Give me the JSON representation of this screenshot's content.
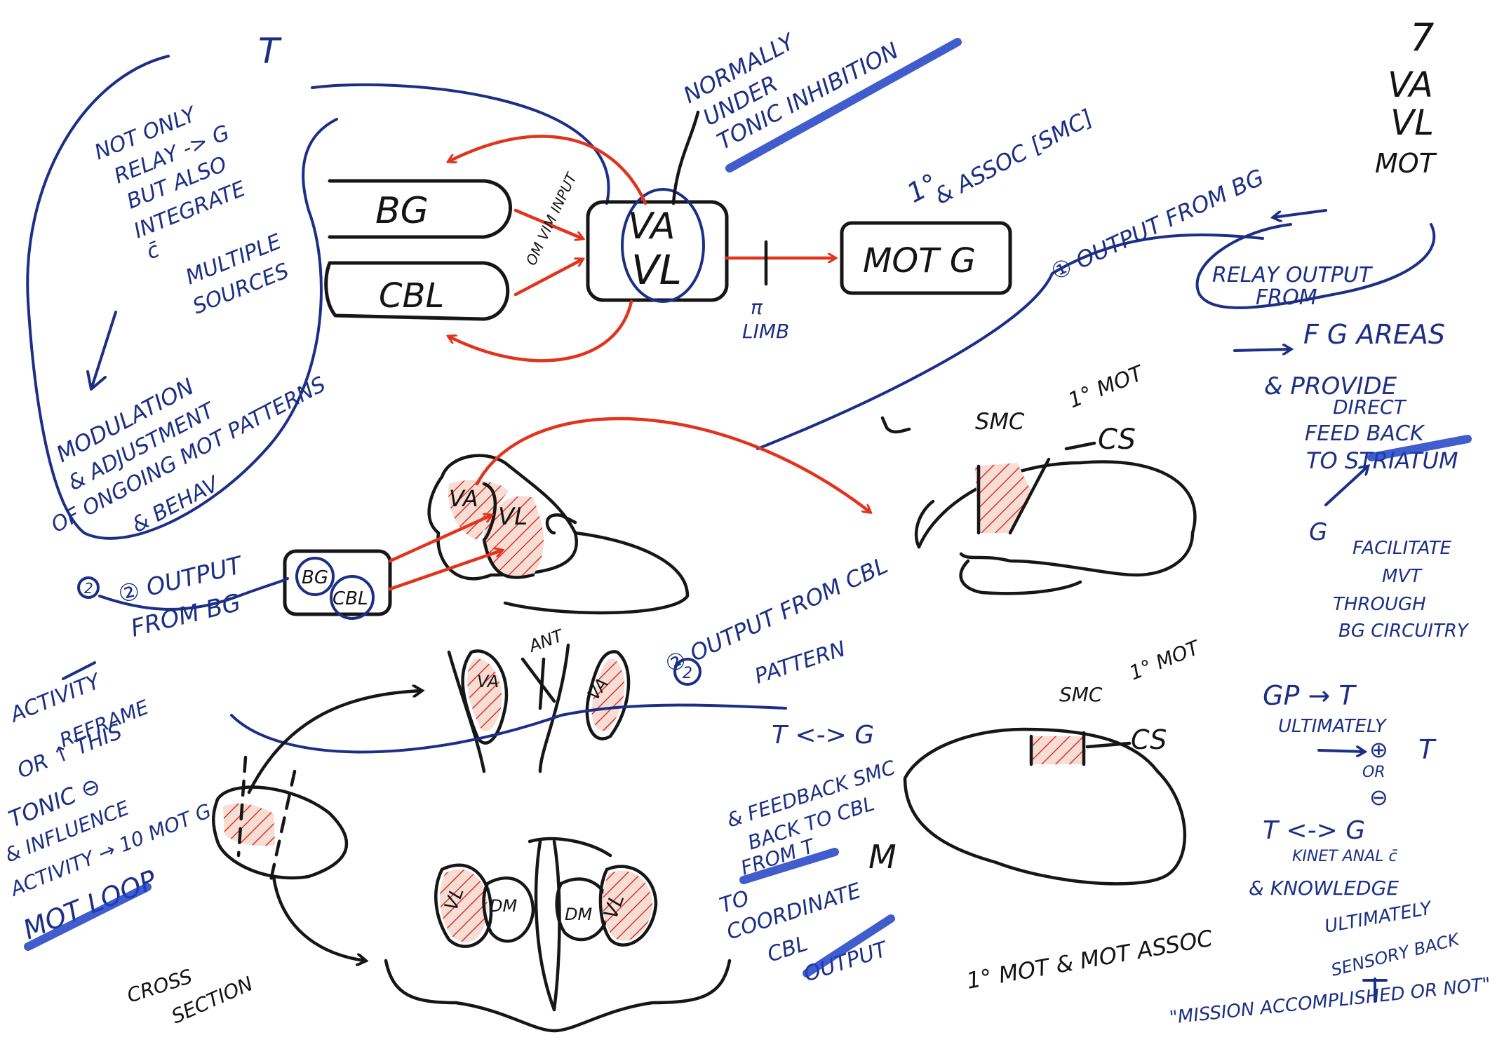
{
  "colors": {
    "black_ink": "#141414",
    "blue_ink": "#1c2f86",
    "red_ink": "#e0341e",
    "highlight": "#1f3fc4",
    "paper": "#ffffff"
  },
  "corner": {
    "page_number": "7",
    "l1": "VA",
    "l2": "VL",
    "l3": "MOT"
  },
  "top_left_note": {
    "lines": [
      "NOT ONLY",
      "RELAY -> G",
      "BUT ALSO",
      "INTEGRATE",
      "c̄",
      "MULTIPLE",
      "SOURCES"
    ],
    "t_mark": "T"
  },
  "left_block": {
    "lines": [
      "MODULATION",
      "& ADJUSTMENT",
      "OF ONGOING MOT PATTERNS",
      "& BEHAV"
    ]
  },
  "top_diagram": {
    "bg": "BG",
    "cbl": "CBL",
    "thalamus_va": "VA",
    "thalamus_vl": "VL",
    "motor": "MOT G",
    "arrow_label": "OM VIM INPUT",
    "limb_label": "LIMB",
    "tonic_note": [
      "NORMALLY",
      "UNDER",
      "TONIC INHIBITION"
    ],
    "assoc_note": [
      "1°",
      "& ASSOC [SMC]"
    ]
  },
  "right_notes": {
    "output_bg": "① OUTPUT FROM BG",
    "relay": [
      "RELAY OUTPUT",
      "FROM",
      "F G AREAS"
    ],
    "provide": [
      "& PROVIDE",
      "DIRECT",
      "FEED BACK",
      "TO STRIATUM"
    ],
    "facilitate": [
      "G",
      "FACILITATE",
      "MVT",
      "THROUGH",
      "BG CIRCUITRY"
    ]
  },
  "middle_diagram": {
    "output_from_bg": [
      "② OUTPUT",
      "FROM BG"
    ],
    "bg": "BG",
    "cbl": "CBL",
    "va": "VA",
    "vl": "VL",
    "ant": "ANT",
    "output_from_cbl": [
      "② OUTPUT FROM CBL",
      "PATTERN"
    ],
    "t_g": "T <-> G",
    "feedback": [
      "& FEEDBACK SMC",
      "BACK TO CBL",
      "FROM T"
    ],
    "coordinate": [
      "TO",
      "COORDINATE",
      "CBL",
      "OUTPUT"
    ],
    "m": "M"
  },
  "left_bottom_note": {
    "lines": [
      "ACTIVITY",
      "REFRAME",
      "OR ↑ THIS",
      "TONIC ⊖",
      "& INFLUENCE",
      "ACTIVITY → 10 MOT G",
      "MOT LOOP"
    ]
  },
  "brain_right": {
    "smc": "SMC",
    "mot": "1° MOT",
    "cs": "CS"
  },
  "brain_right_lower": {
    "smc": "SMC",
    "mot": "1° MOT",
    "cs": "CS"
  },
  "right_bottom_notes": {
    "gp": "GP → T",
    "ultimately": "ULTIMATELY",
    "plus": "⊕",
    "or": "OR",
    "t_after_or": "T",
    "minus": "⊖",
    "t_g": "T <-> G",
    "ktd": [
      "KINET ANAL c̄",
      "& KNOWLEDGE",
      "ULTIMATELY",
      "SENSORY BACK"
    ],
    "accomplished": "\"MISSION ACCOMPLISHED OR NOT\""
  },
  "bottom_labels": {
    "cross_section": [
      "CROSS",
      "SECTION"
    ],
    "vl_left": "VL",
    "dm_left": "DM",
    "dm_right": "DM",
    "vl_right": "VL",
    "mot_assoc": "1° MOT & MOT ASSOC"
  }
}
